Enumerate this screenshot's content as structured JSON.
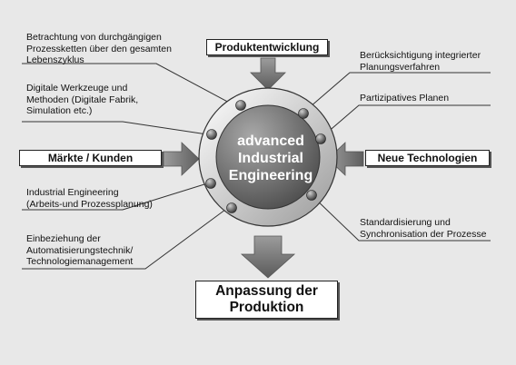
{
  "center": {
    "line1": "advanced",
    "line2": "Industrial",
    "line3": "Engineering"
  },
  "inputs": {
    "top": "Produktentwicklung",
    "left": "Märkte / Kunden",
    "right": "Neue Technologien"
  },
  "output": {
    "line1": "Anpassung der",
    "line2": "Produktion"
  },
  "annotations": {
    "left_1": "Betrachtung von durchgängigen\nProzessketten über den gesamten\nLebenszyklus",
    "left_2": "Digitale Werkzeuge und\nMethoden (Digitale Fabrik,\nSimulation etc.)",
    "left_3": "Industrial Engineering\n(Arbeits-und Prozessplanung)",
    "left_4": "Einbeziehung der\nAutomatisierungstechnik/\nTechnologiemanagement",
    "right_1": "Berücksichtigung integrierter\nPlanungsverfahren",
    "right_2": "Partizipatives Planen",
    "right_3": "Standardisierung und\nSynchronisation der Prozesse"
  }
}
